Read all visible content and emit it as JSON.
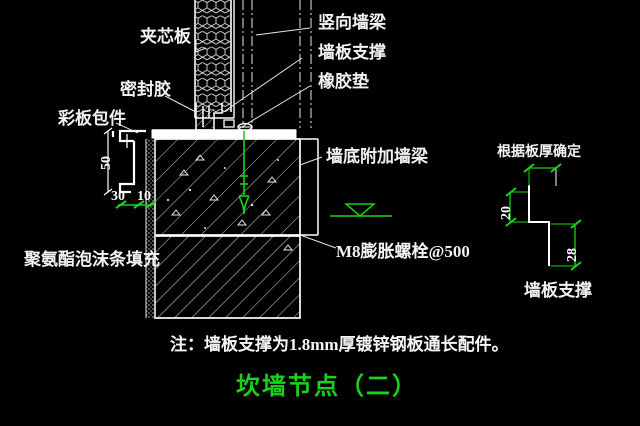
{
  "drawing": {
    "title": "坎墙节点（二）",
    "note": "注：墙板支撑为1.8mm厚镀锌钢板通长配件。",
    "background_color": "#000000",
    "line_color": "#ffffff",
    "accent_color": "#19d219",
    "labels": {
      "sandwich_panel": "夹芯板",
      "sealant": "密封胶",
      "color_plate_trim": "彩板包件",
      "vertical_wall_beam": "竖向墙梁",
      "wall_panel_support": "墙板支撑",
      "rubber_pad": "橡胶垫",
      "wall_bottom_extra_beam": "墙底附加墙梁",
      "pu_foam_fill": "聚氨酯泡沫条填充",
      "expansion_bolt": "M8膨胀螺栓@500"
    },
    "dimensions": {
      "trim_height": "50",
      "trim_width_outer": "30",
      "trim_width_inner": "10"
    },
    "detail": {
      "caption": "墙板支撑",
      "top_note": "根据板厚确定",
      "dim_left": "20",
      "dim_right": "28"
    }
  }
}
